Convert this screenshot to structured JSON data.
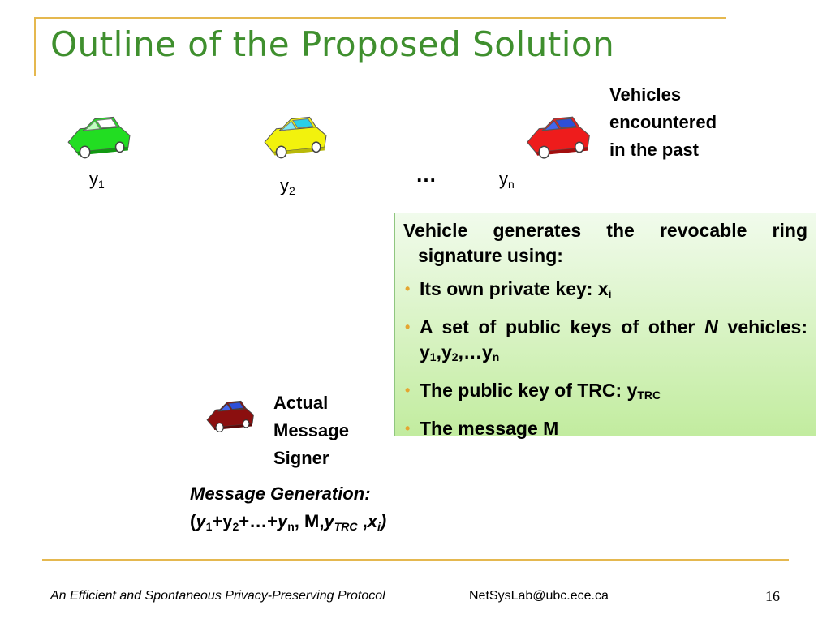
{
  "slide": {
    "title": "Outline of the Proposed Solution",
    "vehicles": [
      {
        "symbol": "y",
        "index": "1",
        "color": "#22dd22"
      },
      {
        "symbol": "y",
        "index": "2",
        "color": "#f2f20d"
      },
      {
        "symbol": "y",
        "index": "n",
        "color": "#ee1c1c"
      }
    ],
    "ellipsis": "…",
    "past_label": [
      "Vehicles",
      "encountered",
      "in the past"
    ],
    "box": {
      "intro": "Vehicle generates the revocable ring signature using:",
      "item1": "Its own private key: x",
      "item1_sub": "i",
      "item2_a": "A set of public keys of other ",
      "item2_n": "N",
      "item2_b": " vehicles: y",
      "item2_s1": "1",
      "item2_c": ",y",
      "item2_s2": "2",
      "item2_d": ",…y",
      "item2_s3": "n",
      "item3": "The public key of TRC: y",
      "item3_sub": "TRC",
      "item4": "The message M",
      "bullet": "•"
    },
    "signer_label": [
      "Actual",
      "Message",
      "Signer"
    ],
    "signer_color": "#8b0f0f",
    "generation": {
      "heading": "Message Generation:",
      "open": "(",
      "y1": "y",
      "s1": "1",
      "plus1": "+y",
      "s2": "2",
      "plus2": "+…+",
      "yn": "y",
      "sn": "n",
      "mid": ", M,",
      "ytrc": "y",
      "strc": "TRC",
      "comma": " ,",
      "xi": "x",
      "si": "i",
      "close": ")"
    },
    "footer": {
      "left": "An Efficient and Spontaneous Privacy-Preserving Protocol",
      "center": "NetSysLab@ubc.ece.ca",
      "page": "16"
    },
    "accent_color": "#e5b84f",
    "title_color": "#3f8f2e"
  }
}
